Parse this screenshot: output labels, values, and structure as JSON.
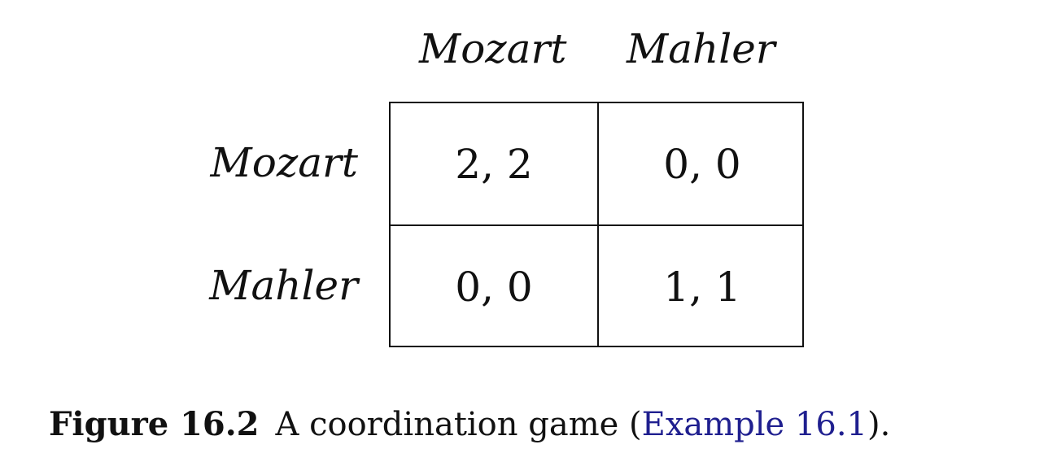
{
  "figure": {
    "column_headers": [
      "Mozart",
      "Mahler"
    ],
    "row_headers": [
      "Mozart",
      "Mahler"
    ],
    "payoffs": [
      [
        "2, 2",
        "0, 0"
      ],
      [
        "0, 0",
        "1, 1"
      ]
    ],
    "caption": {
      "label": "Figure 16.2",
      "text_before": "A coordination game (",
      "reference": "Example 16.1",
      "text_after": ")."
    },
    "colors": {
      "text": "#111111",
      "reference_link": "#1f1f8f"
    }
  }
}
